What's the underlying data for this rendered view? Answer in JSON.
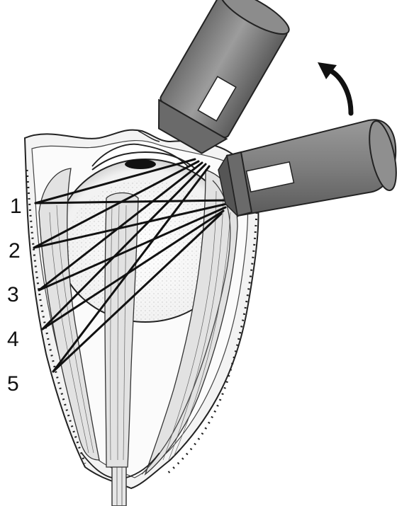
{
  "labels": [
    "1",
    "2",
    "3",
    "4",
    "5"
  ],
  "colors": {
    "background": "#ffffff",
    "ink": "#111111",
    "probe_body": "#8a8a8a",
    "probe_dark": "#5a5a5a",
    "probe_light": "#b9b9b9",
    "tissue": "#f4f4f4",
    "muscle": "#dcdcdc"
  },
  "icons": {
    "rotation_arrow": "curved-arrow-icon",
    "probe_upper": "ultrasound-probe-icon",
    "probe_lower": "ultrasound-probe-icon"
  }
}
